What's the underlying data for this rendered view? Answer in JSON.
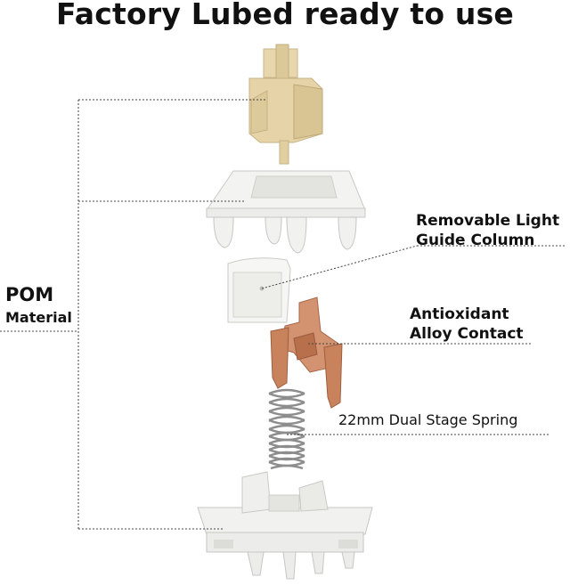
{
  "title": "Factory Lubed ready to use",
  "labels": {
    "material_line1": "POM",
    "material_line2": "Material",
    "light_guide_line1": "Removable Light",
    "light_guide_line2": "Guide Column",
    "contact_line1": "Antioxidant",
    "contact_line2": "Alloy Contact",
    "spring": "22mm Dual Stage Spring"
  },
  "colors": {
    "stem": "#e6d4a8",
    "housing": "#f2f2f0",
    "contact": "#c9835c",
    "spring": "#8a8a8a",
    "leader": "#444444"
  }
}
